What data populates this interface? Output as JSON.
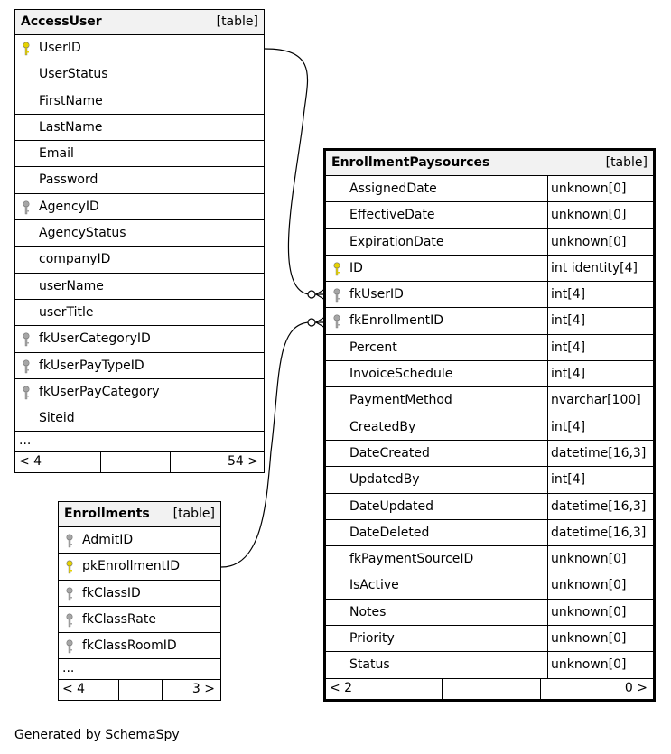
{
  "tables": {
    "access_user": {
      "name": "AccessUser",
      "type": "[table]",
      "columns": [
        {
          "name": "UserID",
          "key": "primary"
        },
        {
          "name": "UserStatus",
          "key": "none"
        },
        {
          "name": "FirstName",
          "key": "none"
        },
        {
          "name": "LastName",
          "key": "none"
        },
        {
          "name": "Email",
          "key": "none"
        },
        {
          "name": "Password",
          "key": "none"
        },
        {
          "name": "AgencyID",
          "key": "foreign"
        },
        {
          "name": "AgencyStatus",
          "key": "none"
        },
        {
          "name": "companyID",
          "key": "none"
        },
        {
          "name": "userName",
          "key": "none"
        },
        {
          "name": "userTitle",
          "key": "none"
        },
        {
          "name": "fkUserCategoryID",
          "key": "foreign"
        },
        {
          "name": "fkUserPayTypeID",
          "key": "foreign"
        },
        {
          "name": "fkUserPayCategory",
          "key": "foreign"
        },
        {
          "name": "Siteid",
          "key": "none"
        }
      ],
      "ellipsis": "...",
      "footer_left": "< 4",
      "footer_right": "54 >"
    },
    "enrollments": {
      "name": "Enrollments",
      "type": "[table]",
      "columns": [
        {
          "name": "AdmitID",
          "key": "foreign"
        },
        {
          "name": "pkEnrollmentID",
          "key": "primary"
        },
        {
          "name": "fkClassID",
          "key": "foreign"
        },
        {
          "name": "fkClassRate",
          "key": "foreign"
        },
        {
          "name": "fkClassRoomID",
          "key": "foreign"
        }
      ],
      "ellipsis": "...",
      "footer_left": "< 4",
      "footer_right": "3 >"
    },
    "enrollment_paysources": {
      "name": "EnrollmentPaysources",
      "type": "[table]",
      "columns": [
        {
          "name": "AssignedDate",
          "type": "unknown[0]",
          "key": "none"
        },
        {
          "name": "EffectiveDate",
          "type": "unknown[0]",
          "key": "none"
        },
        {
          "name": "ExpirationDate",
          "type": "unknown[0]",
          "key": "none"
        },
        {
          "name": "ID",
          "type": "int identity[4]",
          "key": "primary"
        },
        {
          "name": "fkUserID",
          "type": "int[4]",
          "key": "foreign"
        },
        {
          "name": "fkEnrollmentID",
          "type": "int[4]",
          "key": "foreign"
        },
        {
          "name": "Percent",
          "type": "int[4]",
          "key": "none"
        },
        {
          "name": "InvoiceSchedule",
          "type": "int[4]",
          "key": "none"
        },
        {
          "name": "PaymentMethod",
          "type": "nvarchar[100]",
          "key": "none"
        },
        {
          "name": "CreatedBy",
          "type": "int[4]",
          "key": "none"
        },
        {
          "name": "DateCreated",
          "type": "datetime[16,3]",
          "key": "none"
        },
        {
          "name": "UpdatedBy",
          "type": "int[4]",
          "key": "none"
        },
        {
          "name": "DateUpdated",
          "type": "datetime[16,3]",
          "key": "none"
        },
        {
          "name": "DateDeleted",
          "type": "datetime[16,3]",
          "key": "none"
        },
        {
          "name": "fkPaymentSourceID",
          "type": "unknown[0]",
          "key": "none"
        },
        {
          "name": "IsActive",
          "type": "unknown[0]",
          "key": "none"
        },
        {
          "name": "Notes",
          "type": "unknown[0]",
          "key": "none"
        },
        {
          "name": "Priority",
          "type": "unknown[0]",
          "key": "none"
        },
        {
          "name": "Status",
          "type": "unknown[0]",
          "key": "none"
        }
      ],
      "footer_left": "< 2",
      "footer_right": "0 >"
    }
  },
  "relationships": [
    {
      "from": "AccessUser.UserID",
      "to": "EnrollmentPaysources.fkUserID"
    },
    {
      "from": "Enrollments.pkEnrollmentID",
      "to": "EnrollmentPaysources.fkEnrollmentID"
    }
  ],
  "colors": {
    "primary_key": "#e6d200",
    "foreign_key": "#a6a6a6",
    "header_bg": "#f2f2f2"
  },
  "footer_note": "Generated by SchemaSpy"
}
